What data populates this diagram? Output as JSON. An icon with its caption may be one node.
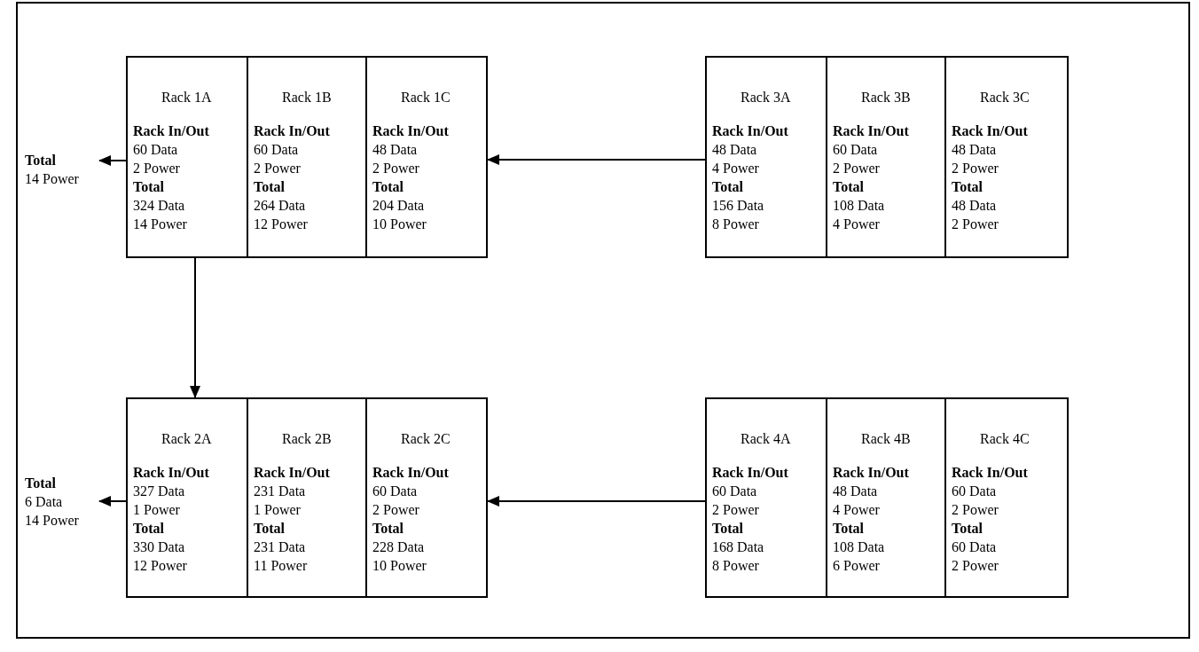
{
  "diagram": {
    "nodes": [
      {
        "text": [
          "Total",
          "14 Power"
        ]
      },
      {
        "text": [],
        "shape": "box"
      },
      {
        "text": [
          "Rack 1A",
          "Rack In/Out",
          "60 Data",
          "2 Power",
          "Total",
          "324 Data",
          "14 Power"
        ],
        "in": 1
      },
      {
        "text": [
          "Rack 1B",
          "Rack In/Out",
          "60 Data",
          "2 Power",
          "Total",
          "264 Data",
          "12 Power"
        ],
        "in": 1
      },
      {
        "text": [
          "Rack 1C",
          "Rack In/Out",
          "48 Data",
          "2 Power",
          "Total",
          "204 Data",
          "10 Power"
        ],
        "in": 1
      },
      {
        "text": [],
        "shape": "box"
      },
      {
        "text": [
          "Rack 3A",
          "Rack In/Out",
          "48 Data",
          "4 Power",
          "Total",
          "156 Data",
          "8 Power"
        ],
        "in": 5
      },
      {
        "text": [
          "Rack 3B",
          "Rack In/Out",
          "60 Data",
          "2 Power",
          "Total",
          "108 Data",
          "4 Power"
        ],
        "in": 5
      },
      {
        "text": [
          "Rack 3C",
          "Rack In/Out",
          "48 Data",
          "2 Power",
          "Total",
          "48 Data",
          "2 Power"
        ],
        "in": 5
      },
      {
        "text": [
          "Total",
          "6 Data",
          "14 Power"
        ]
      },
      {
        "text": [],
        "shape": "box"
      },
      {
        "text": [
          "Rack 2A",
          "Rack In/Out",
          "327 Data",
          "1 Power",
          "Total",
          "330 Data",
          "12 Power"
        ],
        "in": 10
      },
      {
        "text": [
          "Rack 2B",
          "Rack In/Out",
          "231 Data",
          "1 Power",
          "Total",
          "231 Data",
          "11 Power"
        ],
        "in": 10
      },
      {
        "text": [
          "Rack 2C",
          "Rack In/Out",
          "60 Data",
          "2 Power",
          "Total",
          "228 Data",
          "10 Power"
        ],
        "in": 10
      },
      {
        "text": [],
        "shape": "box"
      },
      {
        "text": [
          "Rack 4A",
          "Rack In/Out",
          "60 Data",
          "2 Power",
          "Total",
          "168 Data",
          "8 Power"
        ],
        "in": 14
      },
      {
        "text": [
          "Rack 4B",
          "Rack In/Out",
          "48 Data",
          "4 Power",
          "Total",
          "108 Data",
          "6 Power"
        ],
        "in": 14
      },
      {
        "text": [
          "Rack 4C",
          "Rack In/Out",
          "60 Data",
          "2 Power",
          "Total",
          "60 Data",
          "2 Power"
        ],
        "in": 14
      }
    ],
    "edges": [
      {
        "from": 5,
        "to": 1,
        "arrow": "to"
      },
      {
        "from": 1,
        "to": 0,
        "arrow": "to"
      },
      {
        "from": 1,
        "to": 10,
        "arrow": "to"
      },
      {
        "from": 14,
        "to": 10,
        "arrow": "to"
      },
      {
        "from": 10,
        "to": 9,
        "arrow": "to"
      }
    ]
  }
}
